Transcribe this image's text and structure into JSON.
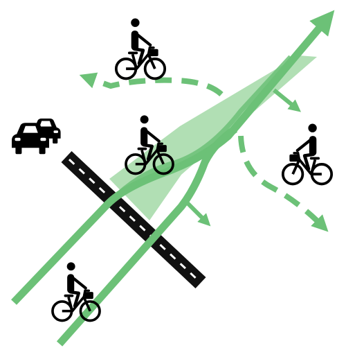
{
  "diagram": {
    "colors": {
      "background": "#ffffff",
      "route_green": "#6cc177",
      "shade_green": "#a9dbac",
      "road": "#111111",
      "road_dash": "#ffffff",
      "icon": "#000000"
    },
    "icons": [
      "car-icon",
      "car-icon",
      "cyclist-icon",
      "cyclist-icon",
      "cyclist-icon",
      "cyclist-icon"
    ],
    "arrows": {
      "main_route": "arrow-up-right",
      "spillover_paths": "dashed-arrow",
      "side_pushes": "arrow-right-down"
    }
  }
}
